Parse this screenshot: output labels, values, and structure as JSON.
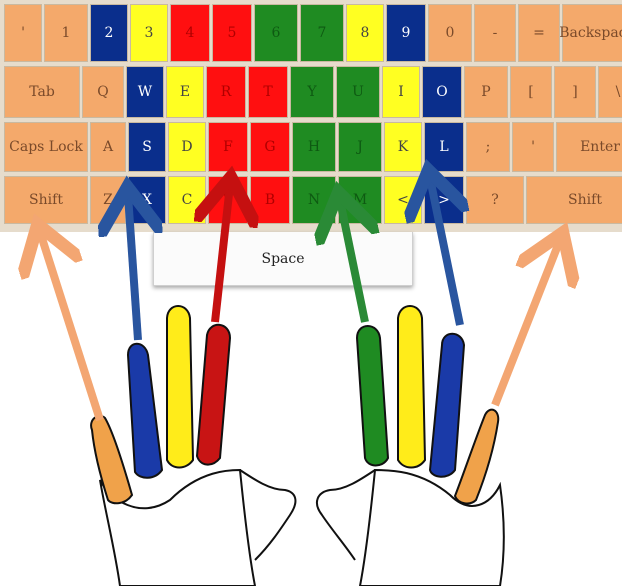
{
  "colors": {
    "orange": "#f4a96b",
    "blue": "#0a2e8c",
    "yellow": "#ffff22",
    "red": "#ff0f10",
    "green": "#1f8b22",
    "arrow_orange": "#f3a672",
    "arrow_blue": "#29559f",
    "arrow_red": "#c51010",
    "arrow_green": "#2a8a36"
  },
  "keyboard": {
    "rows": [
      {
        "keys": [
          {
            "label": "'",
            "color": "orange"
          },
          {
            "label": "1",
            "color": "orange"
          },
          {
            "label": "2",
            "color": "blue"
          },
          {
            "label": "3",
            "color": "yellow"
          },
          {
            "label": "4",
            "color": "red"
          },
          {
            "label": "5",
            "color": "red"
          },
          {
            "label": "6",
            "color": "green"
          },
          {
            "label": "7",
            "color": "green"
          },
          {
            "label": "8",
            "color": "yellow"
          },
          {
            "label": "9",
            "color": "blue"
          },
          {
            "label": "0",
            "color": "orange"
          },
          {
            "label": "-",
            "color": "orange"
          },
          {
            "label": "=",
            "color": "orange"
          },
          {
            "label": "Backspace",
            "color": "orange"
          }
        ]
      },
      {
        "keys": [
          {
            "label": "Tab",
            "color": "orange"
          },
          {
            "label": "Q",
            "color": "orange"
          },
          {
            "label": "W",
            "color": "blue"
          },
          {
            "label": "E",
            "color": "yellow"
          },
          {
            "label": "R",
            "color": "red"
          },
          {
            "label": "T",
            "color": "red"
          },
          {
            "label": "Y",
            "color": "green"
          },
          {
            "label": "U",
            "color": "green"
          },
          {
            "label": "I",
            "color": "yellow"
          },
          {
            "label": "O",
            "color": "blue"
          },
          {
            "label": "P",
            "color": "orange"
          },
          {
            "label": "[",
            "color": "orange"
          },
          {
            "label": "]",
            "color": "orange"
          },
          {
            "label": "\\",
            "color": "orange"
          }
        ]
      },
      {
        "keys": [
          {
            "label": "Caps Lock",
            "color": "orange"
          },
          {
            "label": "A",
            "color": "orange"
          },
          {
            "label": "S",
            "color": "blue"
          },
          {
            "label": "D",
            "color": "yellow"
          },
          {
            "label": "F",
            "color": "red"
          },
          {
            "label": "G",
            "color": "red"
          },
          {
            "label": "H",
            "color": "green"
          },
          {
            "label": "J",
            "color": "green"
          },
          {
            "label": "K",
            "color": "yellow"
          },
          {
            "label": "L",
            "color": "blue"
          },
          {
            "label": ";",
            "color": "orange"
          },
          {
            "label": "'",
            "color": "orange"
          },
          {
            "label": "Enter",
            "color": "orange"
          }
        ]
      },
      {
        "keys": [
          {
            "label": "Shift",
            "color": "orange"
          },
          {
            "label": "Z",
            "color": "orange"
          },
          {
            "label": "X",
            "color": "blue"
          },
          {
            "label": "C",
            "color": "yellow"
          },
          {
            "label": "V",
            "color": "red"
          },
          {
            "label": "B",
            "color": "red"
          },
          {
            "label": "N",
            "color": "green"
          },
          {
            "label": "M",
            "color": "green"
          },
          {
            "label": "<",
            "color": "yellow"
          },
          {
            "label": ">",
            "color": "blue"
          },
          {
            "label": "?",
            "color": "orange"
          },
          {
            "label": "Shift",
            "color": "orange"
          }
        ]
      }
    ],
    "space_label": "Space"
  }
}
